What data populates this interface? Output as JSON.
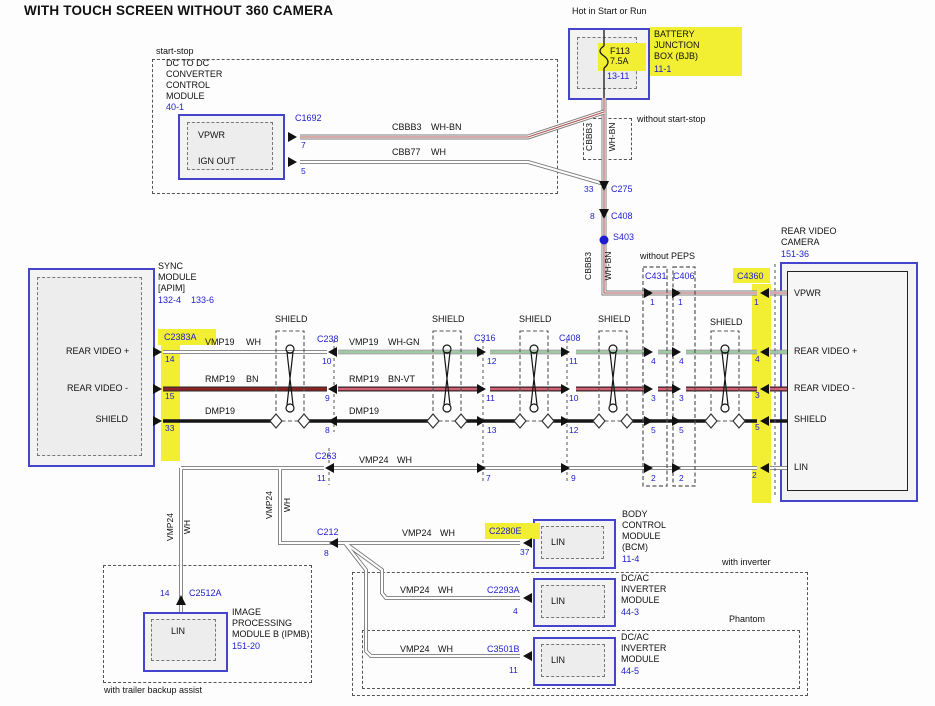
{
  "title": "WITH TOUCH SCREEN WITHOUT 360 CAMERA",
  "groups": {
    "start_stop": "start-stop",
    "hot": "Hot in Start or Run",
    "without_start_stop": "without start-stop",
    "without_peps": "without PEPS",
    "with_inverter": "with inverter",
    "phantom": "Phantom",
    "with_trailer": "with trailer backup assist"
  },
  "shield": "SHIELD",
  "colors": {
    "highlight": "#f2ee32",
    "reference_blue": "#1d1dcf",
    "wire_wh_bn_stripe": "#b05050",
    "wire_wh_gn_stripe": "#2f9e42",
    "wire_bn": "#8b2323",
    "wire_bn_vt": "#a82c3c",
    "wire_black": "#161616"
  },
  "modules": {
    "dcdc": {
      "l1": "DC TO DC",
      "l2": "CONVERTER",
      "l3": "CONTROL",
      "l4": "MODULE",
      "ref": "40-1",
      "pin_vpwr": "VPWR",
      "pin_ign": "IGN OUT"
    },
    "bjb": {
      "fuse": "F113",
      "amp": "7.5A",
      "fuse_ref": "13-11",
      "l1": "BATTERY",
      "l2": "JUNCTION",
      "l3": "BOX (BJB)",
      "ref": "11-1"
    },
    "sync": {
      "l1": "SYNC",
      "l2": "MODULE",
      "l3": "[APIM]",
      "ref1": "132-4",
      "ref2": "133-6",
      "pin_vid_p": "REAR VIDEO +",
      "pin_vid_n": "REAR VIDEO -",
      "pin_shield": "SHIELD"
    },
    "camera": {
      "l1": "REAR VIDEO",
      "l2": "CAMERA",
      "ref": "151-36",
      "pin_vpwr": "VPWR",
      "pin_vid_p": "REAR VIDEO +",
      "pin_vid_n": "REAR VIDEO -",
      "pin_shield": "SHIELD",
      "pin_lin": "LIN"
    },
    "bcm": {
      "l1": "BODY",
      "l2": "CONTROL",
      "l3": "MODULE",
      "l4": "(BCM)",
      "ref": "11-4",
      "pin": "LIN"
    },
    "inv1": {
      "l1": "DC/AC",
      "l2": "INVERTER",
      "l3": "MODULE",
      "ref": "44-3",
      "pin": "LIN"
    },
    "inv2": {
      "l1": "DC/AC",
      "l2": "INVERTER",
      "l3": "MODULE",
      "ref": "44-5",
      "pin": "LIN"
    },
    "ipmb": {
      "l1": "IMAGE",
      "l2": "PROCESSING",
      "l3": "MODULE B (IPMB)",
      "ref": "151-20",
      "pin": "LIN"
    }
  },
  "connectors": {
    "c1692": {
      "name": "C1692",
      "p1": "7",
      "p2": "5"
    },
    "c275": {
      "name": "C275",
      "p": "33"
    },
    "c408v": {
      "name": "C408",
      "p": "8"
    },
    "s403": {
      "name": "S403"
    },
    "c2383a": {
      "name": "C2383A",
      "p1": "14",
      "p2": "15",
      "p3": "33"
    },
    "c238": {
      "name": "C238",
      "p1": "10",
      "p2": "9",
      "p3": "8"
    },
    "c316": {
      "name": "C316",
      "p1": "12",
      "p2": "11",
      "p3": "13",
      "p4": "7"
    },
    "c408h": {
      "name": "C408",
      "p1": "11",
      "p2": "10",
      "p3": "12",
      "p4": "9"
    },
    "c431": {
      "name": "C431",
      "p1": "1",
      "p2": "4",
      "p3": "3",
      "p4": "5",
      "p5": "2"
    },
    "c406": {
      "name": "C406",
      "p1": "1",
      "p2": "4",
      "p3": "3",
      "p4": "5",
      "p5": "2"
    },
    "c4360": {
      "name": "C4360",
      "p1": "1",
      "p2": "4",
      "p3": "3",
      "p4": "5",
      "p5": "2"
    },
    "c263": {
      "name": "C263",
      "p": "11"
    },
    "c212": {
      "name": "C212",
      "p": "8"
    },
    "c2280e": {
      "name": "C2280E",
      "p": "37"
    },
    "c2293a": {
      "name": "C2293A",
      "p": "4"
    },
    "c3501b": {
      "name": "C3501B",
      "p": "11"
    },
    "c2512a": {
      "name": "C2512A",
      "p": "14"
    }
  },
  "wires": {
    "cbbb3": {
      "id": "CBBB3",
      "color": "WH-BN"
    },
    "cbb77": {
      "id": "CBB77",
      "color": "WH"
    },
    "vmp19a": {
      "id": "VMP19",
      "color": "WH"
    },
    "vmp19b": {
      "id": "VMP19",
      "color": "WH-GN"
    },
    "rmp19a": {
      "id": "RMP19",
      "color": "BN"
    },
    "rmp19b": {
      "id": "RMP19",
      "color": "BN-VT"
    },
    "dmp19": {
      "id": "DMP19"
    },
    "vmp24": {
      "id": "VMP24",
      "color": "WH"
    }
  }
}
